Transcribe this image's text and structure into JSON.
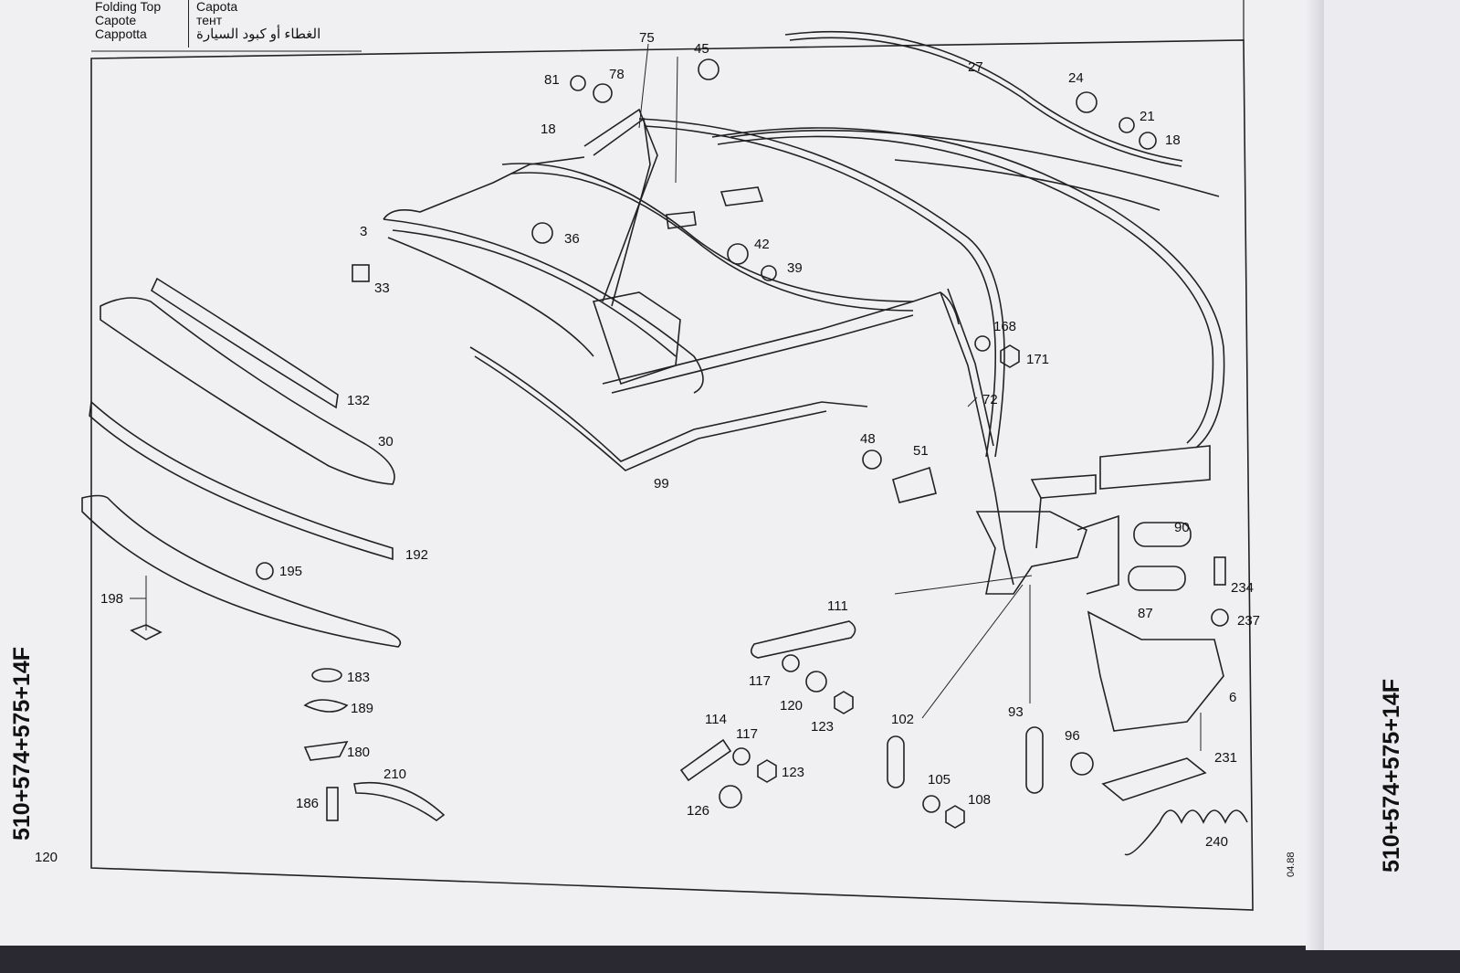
{
  "header": {
    "title_en": "Folding Top",
    "title_fr": "Capote",
    "title_it": "Cappotta",
    "title_es": "Capota",
    "title_ru": "тент",
    "title_ar": "الغطاء أو كبود السيارة"
  },
  "side_code": "510+574+575+14F",
  "page_number": "120",
  "date_code": "04.88",
  "callouts": [
    "75",
    "45",
    "81",
    "78",
    "18",
    "27",
    "24",
    "21",
    "18",
    "3",
    "36",
    "42",
    "39",
    "33",
    "168",
    "171",
    "132",
    "30",
    "72",
    "48",
    "51",
    "99",
    "90",
    "195",
    "192",
    "234",
    "237",
    "111",
    "87",
    "198",
    "117",
    "120",
    "123",
    "102",
    "93",
    "6",
    "183",
    "189",
    "114",
    "117",
    "123",
    "96",
    "231",
    "180",
    "105",
    "108",
    "210",
    "186",
    "126",
    "240"
  ]
}
